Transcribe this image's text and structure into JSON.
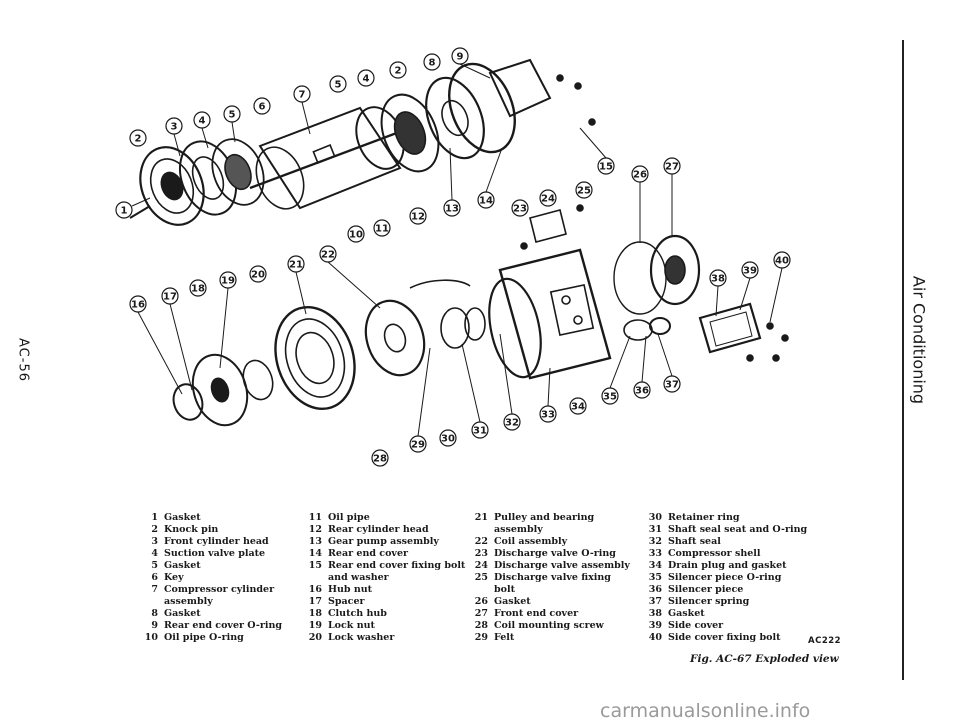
{
  "page": {
    "left_label": "AC-56",
    "right_label": "Air Conditioning",
    "figure_ref": "AC222",
    "caption": "Fig. AC-67 Exploded view",
    "watermark": "carmanualsonline.info"
  },
  "callouts": {
    "c1": "1",
    "c2a": "2",
    "c2b": "2",
    "c3": "3",
    "c4a": "4",
    "c4b": "4",
    "c5a": "5",
    "c5b": "5",
    "c6": "6",
    "c7": "7",
    "c8": "8",
    "c9": "9",
    "c10": "10",
    "c11": "11",
    "c12": "12",
    "c13": "13",
    "c14": "14",
    "c15": "15",
    "c16": "16",
    "c17": "17",
    "c18": "18",
    "c19": "19",
    "c20": "20",
    "c21": "21",
    "c22": "22",
    "c23": "23",
    "c24": "24",
    "c25": "25",
    "c26": "26",
    "c27": "27",
    "c28": "28",
    "c29": "29",
    "c30": "30",
    "c31": "31",
    "c32": "32",
    "c33": "33",
    "c34": "34",
    "c35": "35",
    "c36": "36",
    "c37": "37",
    "c38": "38",
    "c39": "39",
    "c40": "40"
  },
  "legend": {
    "col1": [
      {
        "n": "1",
        "t": "Gasket"
      },
      {
        "n": "2",
        "t": "Knock pin"
      },
      {
        "n": "3",
        "t": "Front cylinder head"
      },
      {
        "n": "4",
        "t": "Suction valve plate"
      },
      {
        "n": "5",
        "t": "Gasket"
      },
      {
        "n": "6",
        "t": "Key"
      },
      {
        "n": "7",
        "t": "Compressor cylinder"
      },
      {
        "n": "",
        "t": "assembly"
      },
      {
        "n": "8",
        "t": "Gasket"
      },
      {
        "n": "9",
        "t": "Rear end cover O-ring"
      },
      {
        "n": "10",
        "t": "Oil pipe O-ring"
      }
    ],
    "col2": [
      {
        "n": "11",
        "t": "Oil pipe"
      },
      {
        "n": "12",
        "t": "Rear cylinder head"
      },
      {
        "n": "13",
        "t": "Gear pump assembly"
      },
      {
        "n": "14",
        "t": "Rear end cover"
      },
      {
        "n": "15",
        "t": "Rear end cover fixing bolt"
      },
      {
        "n": "",
        "t": "and washer"
      },
      {
        "n": "16",
        "t": "Hub nut"
      },
      {
        "n": "17",
        "t": "Spacer"
      },
      {
        "n": "18",
        "t": "Clutch hub"
      },
      {
        "n": "19",
        "t": "Lock nut"
      },
      {
        "n": "20",
        "t": "Lock washer"
      }
    ],
    "col3": [
      {
        "n": "21",
        "t": "Pulley and bearing"
      },
      {
        "n": "",
        "t": "assembly"
      },
      {
        "n": "22",
        "t": "Coil assembly"
      },
      {
        "n": "23",
        "t": "Discharge valve O-ring"
      },
      {
        "n": "24",
        "t": "Discharge valve assembly"
      },
      {
        "n": "25",
        "t": "Discharge valve fixing"
      },
      {
        "n": "",
        "t": "bolt"
      },
      {
        "n": "26",
        "t": "Gasket"
      },
      {
        "n": "27",
        "t": "Front end cover"
      },
      {
        "n": "28",
        "t": "Coil mounting screw"
      },
      {
        "n": "29",
        "t": "Felt"
      }
    ],
    "col4": [
      {
        "n": "30",
        "t": "Retainer ring"
      },
      {
        "n": "31",
        "t": "Shaft seal seat and O-ring"
      },
      {
        "n": "32",
        "t": "Shaft seal"
      },
      {
        "n": "33",
        "t": "Compressor shell"
      },
      {
        "n": "34",
        "t": "Drain plug and gasket"
      },
      {
        "n": "35",
        "t": "Silencer piece O-ring"
      },
      {
        "n": "36",
        "t": "Silencer piece"
      },
      {
        "n": "37",
        "t": "Silencer spring"
      },
      {
        "n": "38",
        "t": "Gasket"
      },
      {
        "n": "39",
        "t": "Side cover"
      },
      {
        "n": "40",
        "t": "Side cover fixing bolt"
      }
    ]
  }
}
